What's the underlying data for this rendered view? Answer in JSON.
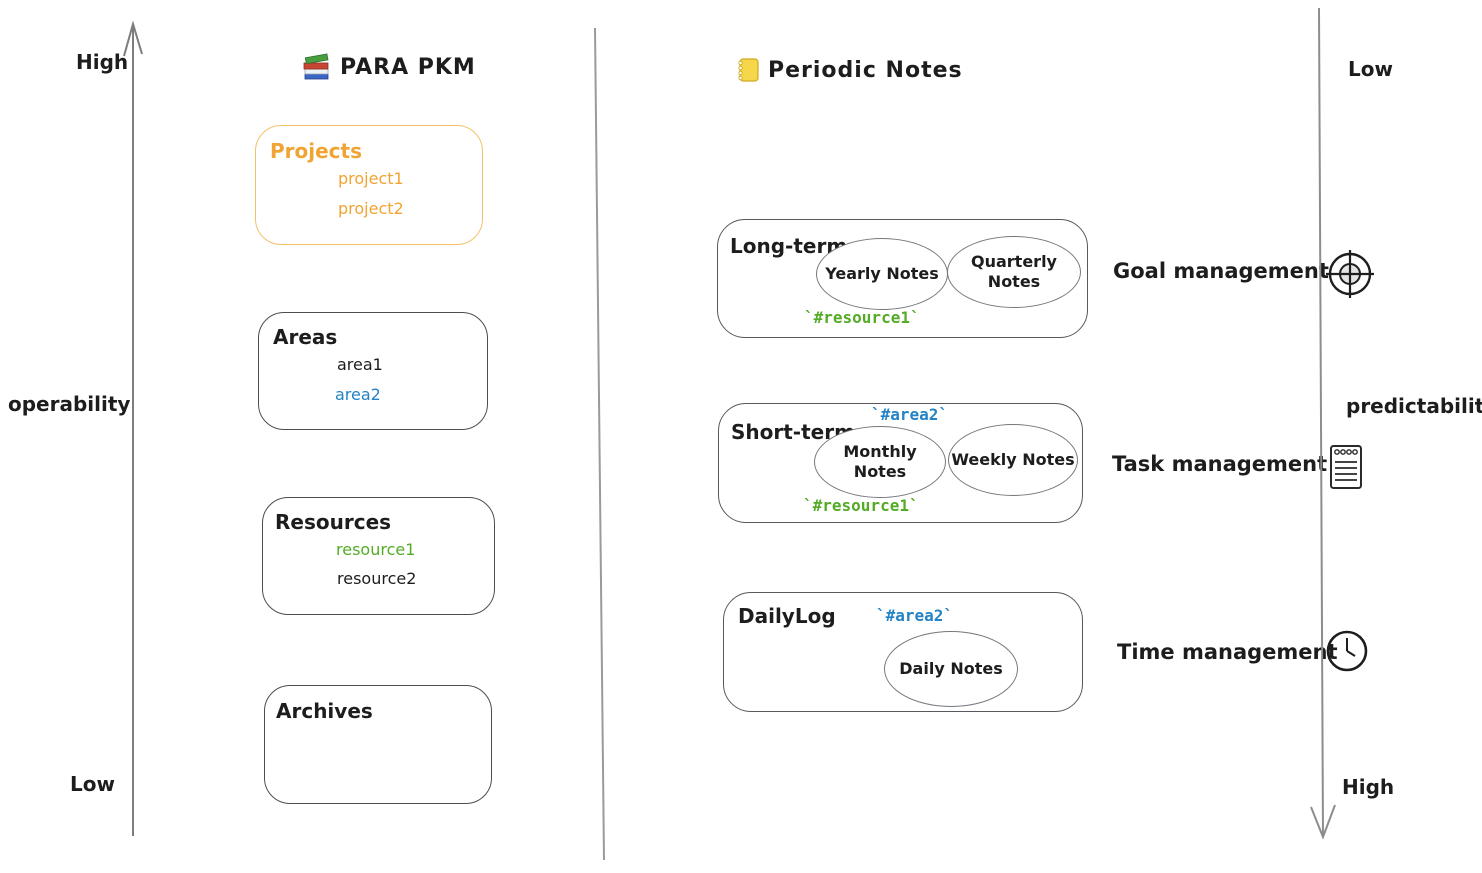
{
  "colors": {
    "orange_text": "#f0a433",
    "orange_border": "#f3c06a",
    "green_text": "#54ab25",
    "blue_text": "#2383c4",
    "box_stroke": "#4a4d52",
    "axis_stroke": "#8a8a8a",
    "ink": "#1d1d1d"
  },
  "axes": {
    "left": {
      "top": "High",
      "bottom": "Low",
      "label": "operability"
    },
    "right": {
      "top": "Low",
      "bottom": "High",
      "label": "predictability"
    }
  },
  "para": {
    "title": "PARA PKM",
    "title_icon": "books-icon",
    "projects": {
      "label": "Projects",
      "items": [
        "project1",
        "project2"
      ]
    },
    "areas": {
      "label": "Areas",
      "items": [
        "area1",
        "area2"
      ]
    },
    "resources": {
      "label": "Resources",
      "items": [
        "resource1",
        "resource2"
      ]
    },
    "archives": {
      "label": "Archives"
    }
  },
  "periodic": {
    "title": "Periodic Notes",
    "title_icon": "ledger-icon",
    "long_term": {
      "label": "Long-term",
      "ellipses": [
        "Yearly Notes",
        "Quarterly Notes"
      ],
      "tag_bottom": "`#resource1`"
    },
    "short_term": {
      "label": "Short-term",
      "tag_top": "`#area2`",
      "ellipses": [
        "Monthly Notes",
        "Weekly Notes"
      ],
      "tag_bottom": "`#resource1`"
    },
    "daily_log": {
      "label": "DailyLog",
      "tag_top": "`#area2`",
      "ellipses": [
        "Daily Notes"
      ]
    }
  },
  "management": [
    "Goal management",
    "Task management",
    "Time management"
  ],
  "right_icons": [
    "target-icon",
    "notepad-icon",
    "clock-icon"
  ]
}
